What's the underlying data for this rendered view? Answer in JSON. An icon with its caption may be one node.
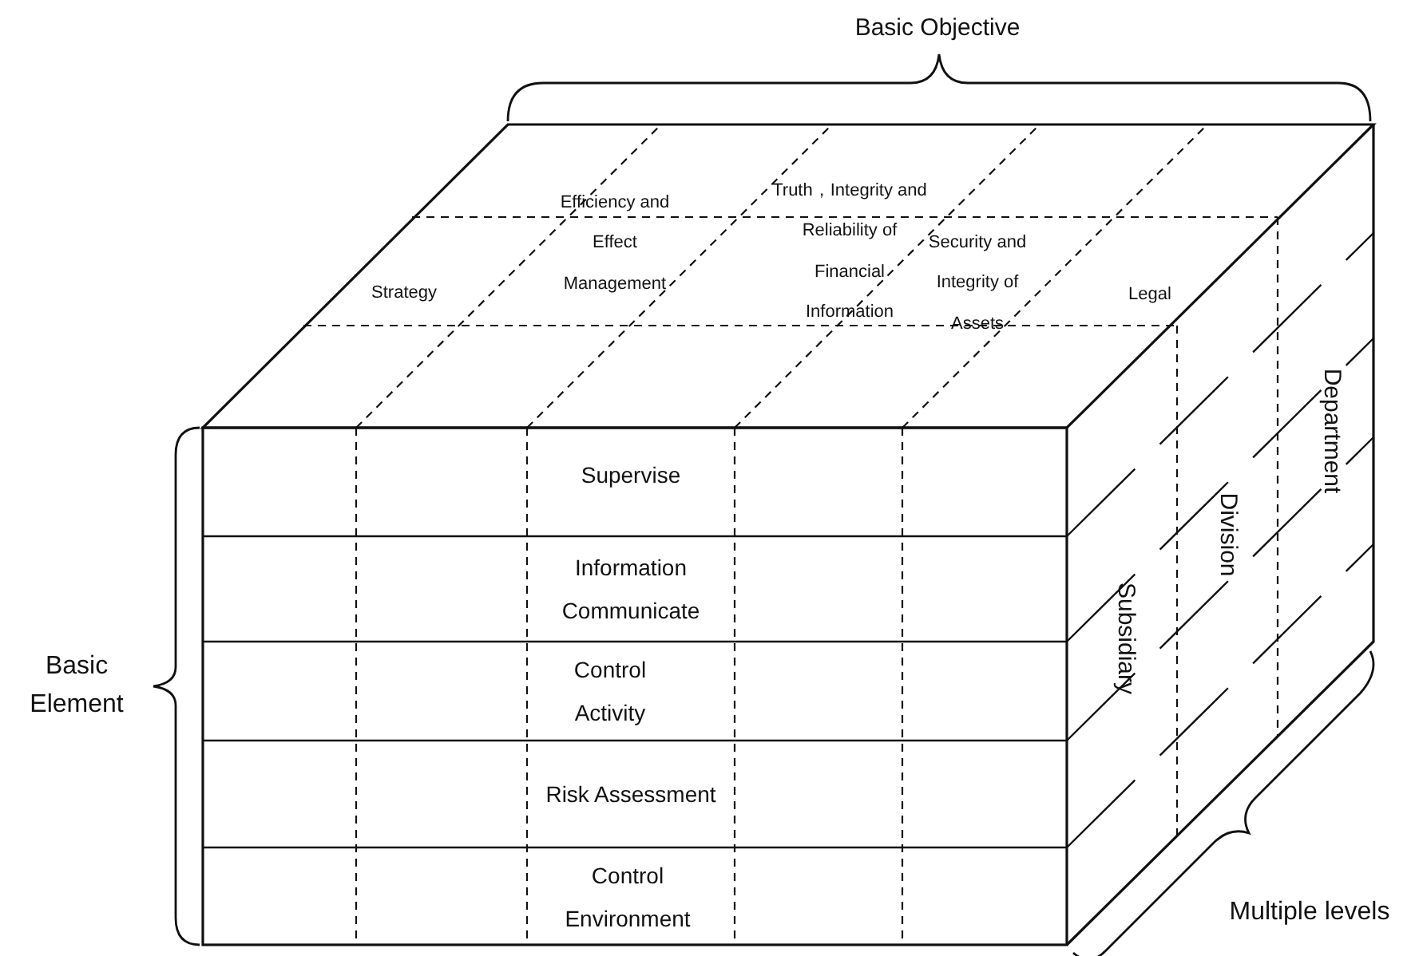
{
  "diagram": {
    "labels": [
      "Basic Objective",
      "Strategy",
      "Efficiency and Effect Management",
      "Truth，Integrity and Reliability of Financial Information",
      "Security and Integrity of Assets",
      "Legal",
      "Department",
      "Division",
      "Subsidiary",
      "Supervise",
      "Information Communicate",
      "Control Activity",
      "Risk Assessment",
      "Control Environment",
      "Basic Element",
      "Multiple levels"
    ]
  }
}
